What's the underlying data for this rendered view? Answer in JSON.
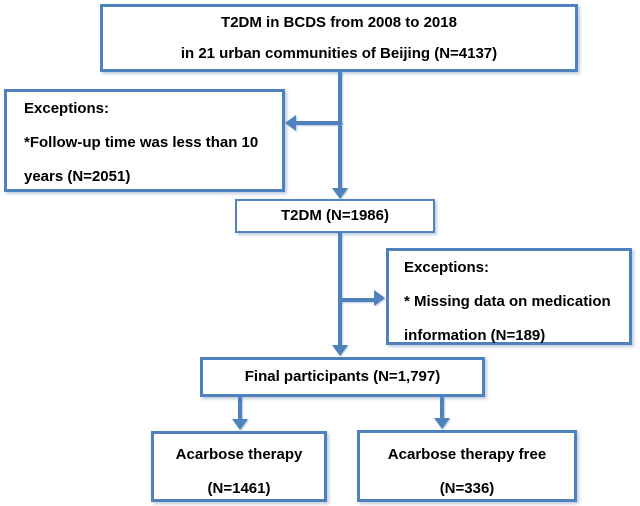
{
  "colors": {
    "accent": "#4f81bd",
    "text": "#000000",
    "background": "#ffffff"
  },
  "boxes": {
    "source": {
      "lines": [
        "T2DM  in BCDS  from 2008 to 2018",
        "in 21 urban communities of Beijing  (N=4137)"
      ]
    },
    "exceptions_followup": {
      "lines": [
        "Exceptions:",
        "*Follow-up time was less than 10",
        "years  (N=2051)"
      ]
    },
    "t2dm": {
      "lines": [
        "T2DM  (N=1986)"
      ]
    },
    "exceptions_missing": {
      "lines": [
        "Exceptions:",
        "*  Missing data on  medication",
        "information  (N=189)"
      ]
    },
    "final": {
      "lines": [
        "Final participants  (N=1,797)"
      ]
    },
    "acarbose": {
      "lines": [
        "Acarbose therapy",
        "(N=1461)"
      ]
    },
    "acarbose_free": {
      "lines": [
        "Acarbose therapy  free",
        "(N=336)"
      ]
    }
  }
}
